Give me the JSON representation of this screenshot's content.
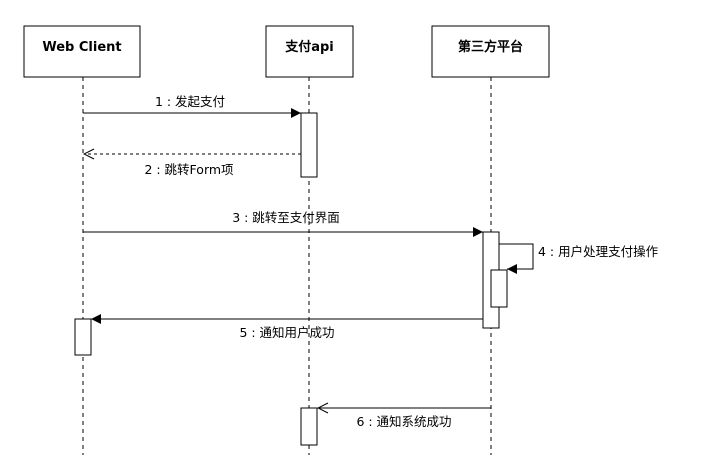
{
  "participants": [
    {
      "id": "web_client",
      "label": "Web Client"
    },
    {
      "id": "pay_api",
      "label": "支付api"
    },
    {
      "id": "third_party",
      "label": "第三方平台"
    }
  ],
  "messages": [
    {
      "label": "1 : 发起支付",
      "from": "web_client",
      "to": "pay_api",
      "style": "solid"
    },
    {
      "label": "2 : 跳转Form项",
      "from": "pay_api",
      "to": "web_client",
      "style": "dashed"
    },
    {
      "label": "3 : 跳转至支付界面",
      "from": "web_client",
      "to": "third_party",
      "style": "solid"
    },
    {
      "label": "4 : 用户处理支付操作",
      "from": "third_party",
      "to": "third_party",
      "style": "self"
    },
    {
      "label": "5 : 通知用户成功",
      "from": "third_party",
      "to": "web_client",
      "style": "solid"
    },
    {
      "label": "6 : 通知系统成功",
      "from": "third_party",
      "to": "pay_api",
      "style": "open"
    }
  ]
}
